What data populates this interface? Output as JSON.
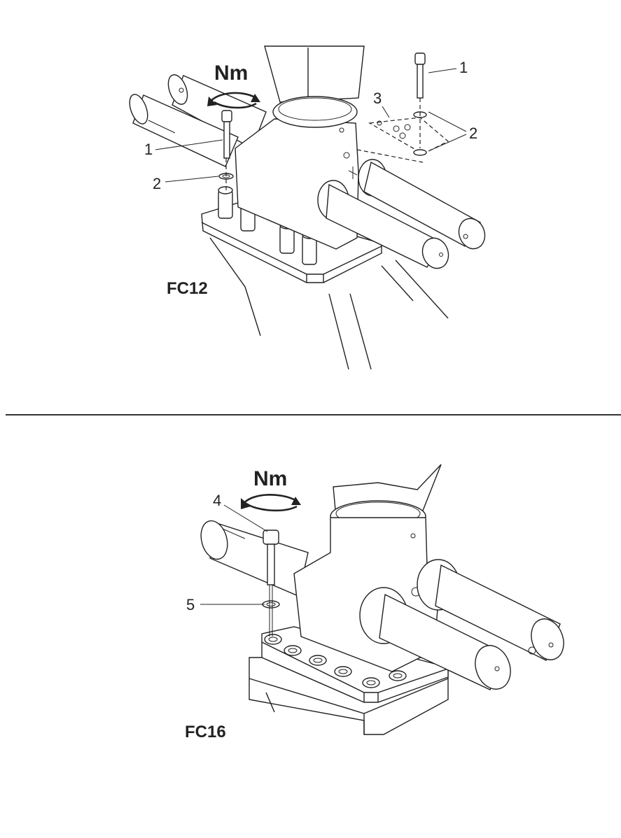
{
  "figures": [
    {
      "model_label": "FC12",
      "torque_label": "Nm",
      "callouts": [
        "1",
        "1",
        "2",
        "2",
        "3"
      ]
    },
    {
      "model_label": "FC16",
      "torque_label": "Nm",
      "callouts": [
        "4",
        "5"
      ]
    }
  ],
  "colors": {
    "line": "#222222",
    "background": "#ffffff"
  }
}
